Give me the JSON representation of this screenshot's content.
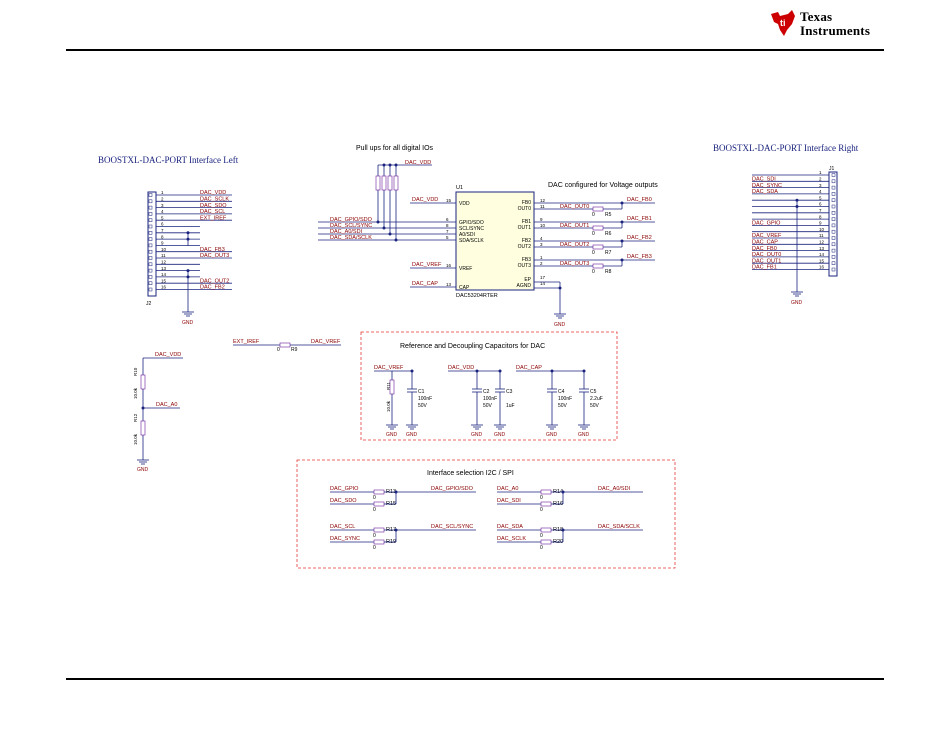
{
  "logo": {
    "line1": "Texas",
    "line2": "Instruments"
  },
  "headers": {
    "left": "BOOSTXL-DAC-PORT Interface Left",
    "right": "BOOSTXL-DAC-PORT Interface Right",
    "pullups": "Pull ups for all digital IOs",
    "dac_config": "DAC configured for Voltage outputs",
    "decoupling": "Reference and Decoupling Capacitors for DAC",
    "interface_sel": "Interface selection I2C / SPI"
  },
  "j2": {
    "ref": "J2",
    "pins": [
      "1",
      "2",
      "3",
      "4",
      "5",
      "6",
      "7",
      "8",
      "9",
      "10",
      "11",
      "12",
      "13",
      "14",
      "15",
      "16"
    ],
    "nets": [
      "DAC_VDD",
      "DAC_SCLK",
      "DAC_SDO",
      "DAC_SCL",
      "EXT_IREF",
      "",
      "",
      "",
      "",
      "DAC_FB3",
      "DAC_OUT3",
      "",
      "",
      "",
      "DAC_OUT2",
      "DAC_FB2"
    ],
    "gnd": "GND"
  },
  "j1": {
    "ref": "J1",
    "pins": [
      "1",
      "2",
      "3",
      "4",
      "5",
      "6",
      "7",
      "8",
      "9",
      "10",
      "11",
      "12",
      "13",
      "14",
      "15",
      "16"
    ],
    "nets": [
      "",
      "DAC_SDI",
      "DAC_SYNC",
      "DAC_SDA",
      "",
      "",
      "",
      "",
      "DAC_GPIO",
      "",
      "DAC_VREF",
      "DAC_CAP",
      "DAC_FB0",
      "DAC_OUT0",
      "DAC_OUT1",
      "DAC_FB1"
    ],
    "gnd": "GND"
  },
  "u1": {
    "ref": "U1",
    "part": "DAC53204RTER",
    "left_pins": [
      {
        "num": "15",
        "name": "VDD"
      },
      {
        "num": "6",
        "name": "GPIO/SDO"
      },
      {
        "num": "8",
        "name": "SCL/SYNC"
      },
      {
        "num": "7",
        "name": "A0/SDI"
      },
      {
        "num": "5",
        "name": "SDA/SCLK"
      },
      {
        "num": "16",
        "name": "VREF"
      },
      {
        "num": "13",
        "name": "CAP"
      }
    ],
    "right_pins": [
      {
        "num": "12",
        "name": "FB0"
      },
      {
        "num": "11",
        "name": "OUT0"
      },
      {
        "num": "9",
        "name": "FB1"
      },
      {
        "num": "10",
        "name": "OUT1"
      },
      {
        "num": "4",
        "name": "FB2"
      },
      {
        "num": "3",
        "name": "OUT2"
      },
      {
        "num": "1",
        "name": "FB3"
      },
      {
        "num": "2",
        "name": "OUT3"
      },
      {
        "num": "17",
        "name": "EP"
      },
      {
        "num": "14",
        "name": "AGND"
      }
    ],
    "left_nets": [
      "DAC_VDD",
      "DAC_GPIO/SDO",
      "DAC_SCL/SYNC",
      "DAC_A0/SDI",
      "DAC_SDA/SCLK",
      "DAC_VREF",
      "DAC_CAP"
    ],
    "out_nets": [
      "DAC_OUT0",
      "DAC_OUT1",
      "DAC_OUT2",
      "DAC_OUT3"
    ],
    "fb_nets": [
      "DAC_FB0",
      "DAC_FB1",
      "DAC_FB2",
      "DAC_FB3"
    ],
    "fb_res": [
      "R5",
      "R6",
      "R7",
      "R8"
    ],
    "zero": "0",
    "gnd": "GND",
    "pullup_net": "DAC_VDD"
  },
  "r9": {
    "left": "EXT_IREF",
    "right": "DAC_VREF",
    "ref": "R9",
    "val": "0"
  },
  "divider": {
    "top": "DAC_VDD",
    "mid": "DAC_A0",
    "r_top": "R10",
    "r_top_val": "10.0k",
    "r_bot": "R12",
    "r_bot_val": "10.0k",
    "gnd": "GND"
  },
  "decap": {
    "nets": [
      "DAC_VREF",
      "DAC_VDD",
      "DAC_CAP"
    ],
    "r11": {
      "ref": "R11",
      "val": "10.0k"
    },
    "caps": [
      {
        "ref": "C1",
        "val": "100nF",
        "v": "50V"
      },
      {
        "ref": "C2",
        "val": "100nF",
        "v": "50V"
      },
      {
        "ref": "C3",
        "val": "",
        "v": "1uF"
      },
      {
        "ref": "C4",
        "val": "100nF",
        "v": "50V"
      },
      {
        "ref": "C5",
        "val": "2.2uF",
        "v": "50V"
      }
    ],
    "gnd": "GND"
  },
  "ifsel": {
    "rows": [
      {
        "l1": "DAC_GPIO",
        "r1": "R13",
        "l2": "DAC_SDO",
        "r2": "R15",
        "out": "DAC_GPIO/SDO"
      },
      {
        "l1": "DAC_SCL",
        "r1": "R17",
        "l2": "DAC_SYNC",
        "r2": "R19",
        "out": "DAC_SCL/SYNC"
      },
      {
        "l1": "DAC_A0",
        "r1": "R14",
        "l2": "DAC_SDI",
        "r2": "R16",
        "out": "DAC_A0/SDI"
      },
      {
        "l1": "DAC_SDA",
        "r1": "R18",
        "l2": "DAC_SCLK",
        "r2": "R20",
        "out": "DAC_SDA/SCLK"
      }
    ],
    "zero": "0"
  },
  "colors": {
    "net": "#8b0000",
    "wire": "#1a237e",
    "header": "#1a237e",
    "box": "#e53935",
    "resistor": "#6a1b9a",
    "part": "#1a237e"
  }
}
